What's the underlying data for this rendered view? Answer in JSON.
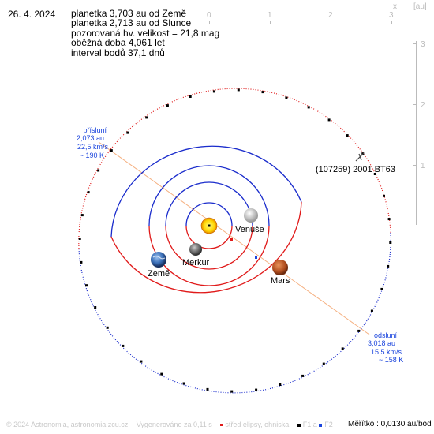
{
  "date": "26. 4. 2024",
  "info_lines": [
    "planetka 3,703 au od Země",
    "planetka 2,713 au od Slunce",
    "pozorovaná hv. velikost = 21,8 mag",
    "oběžná doba 4,061 let",
    "interval bodů 37,1 dnů"
  ],
  "axes": {
    "x_label": "x",
    "unit_label": "[au]",
    "x_ticks": [
      "0",
      "1",
      "2",
      "3"
    ],
    "y_ticks": [
      "3",
      "2",
      "1"
    ]
  },
  "asteroid_name": "(107259) 2001 BT63",
  "perihelion": {
    "title": "přísluní",
    "distance": "2,073 au",
    "speed": "22,5 km/s",
    "temperature": "~ 190 K"
  },
  "aphelion": {
    "title": "odsluní",
    "distance": "3,018 au",
    "speed": "15,5 km/s",
    "temperature": "~ 158 K"
  },
  "planets": {
    "earth": "Země",
    "mercury": "Merkur",
    "venus": "Venuše",
    "mars": "Mars"
  },
  "footer": {
    "copyright": "© 2024 Astronomia, astronomia.zcu.cz",
    "generated": "Vygenerováno za 0,11 s",
    "ellipse_center": "střed elipsy, ohniska",
    "f1": "F1 a",
    "f2": "F2",
    "scale": "Měřítko : 0,0130 au/bod"
  },
  "colors": {
    "orbit_blue": "#1a2ccc",
    "orbit_red": "#e01a1a",
    "axis_line": "#f5b080",
    "axis_grey": "#bbbbbb",
    "label_blue": "#1a44dd"
  }
}
